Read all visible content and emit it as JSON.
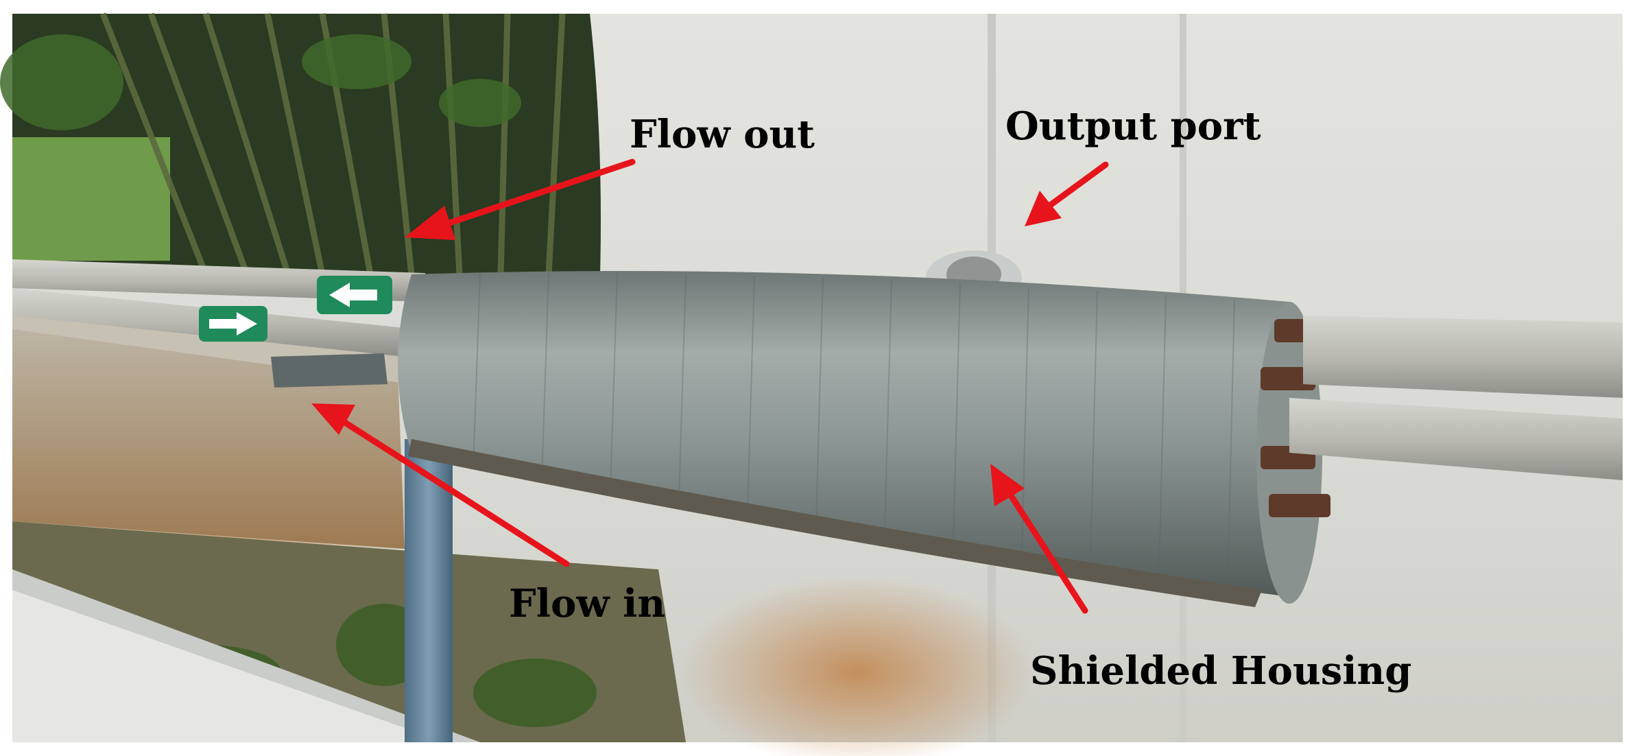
{
  "labels": {
    "flow_out": "Flow out",
    "output_port": "Output port",
    "flow_in": "Flow in",
    "shielded_housing": "Shielded Housing"
  },
  "colors": {
    "arrow": "#e8141b",
    "wall": "#d9dbd6",
    "housing": "#7f8a88",
    "pipe": "#b7b4a9",
    "vegetation": "#2f4a22"
  }
}
